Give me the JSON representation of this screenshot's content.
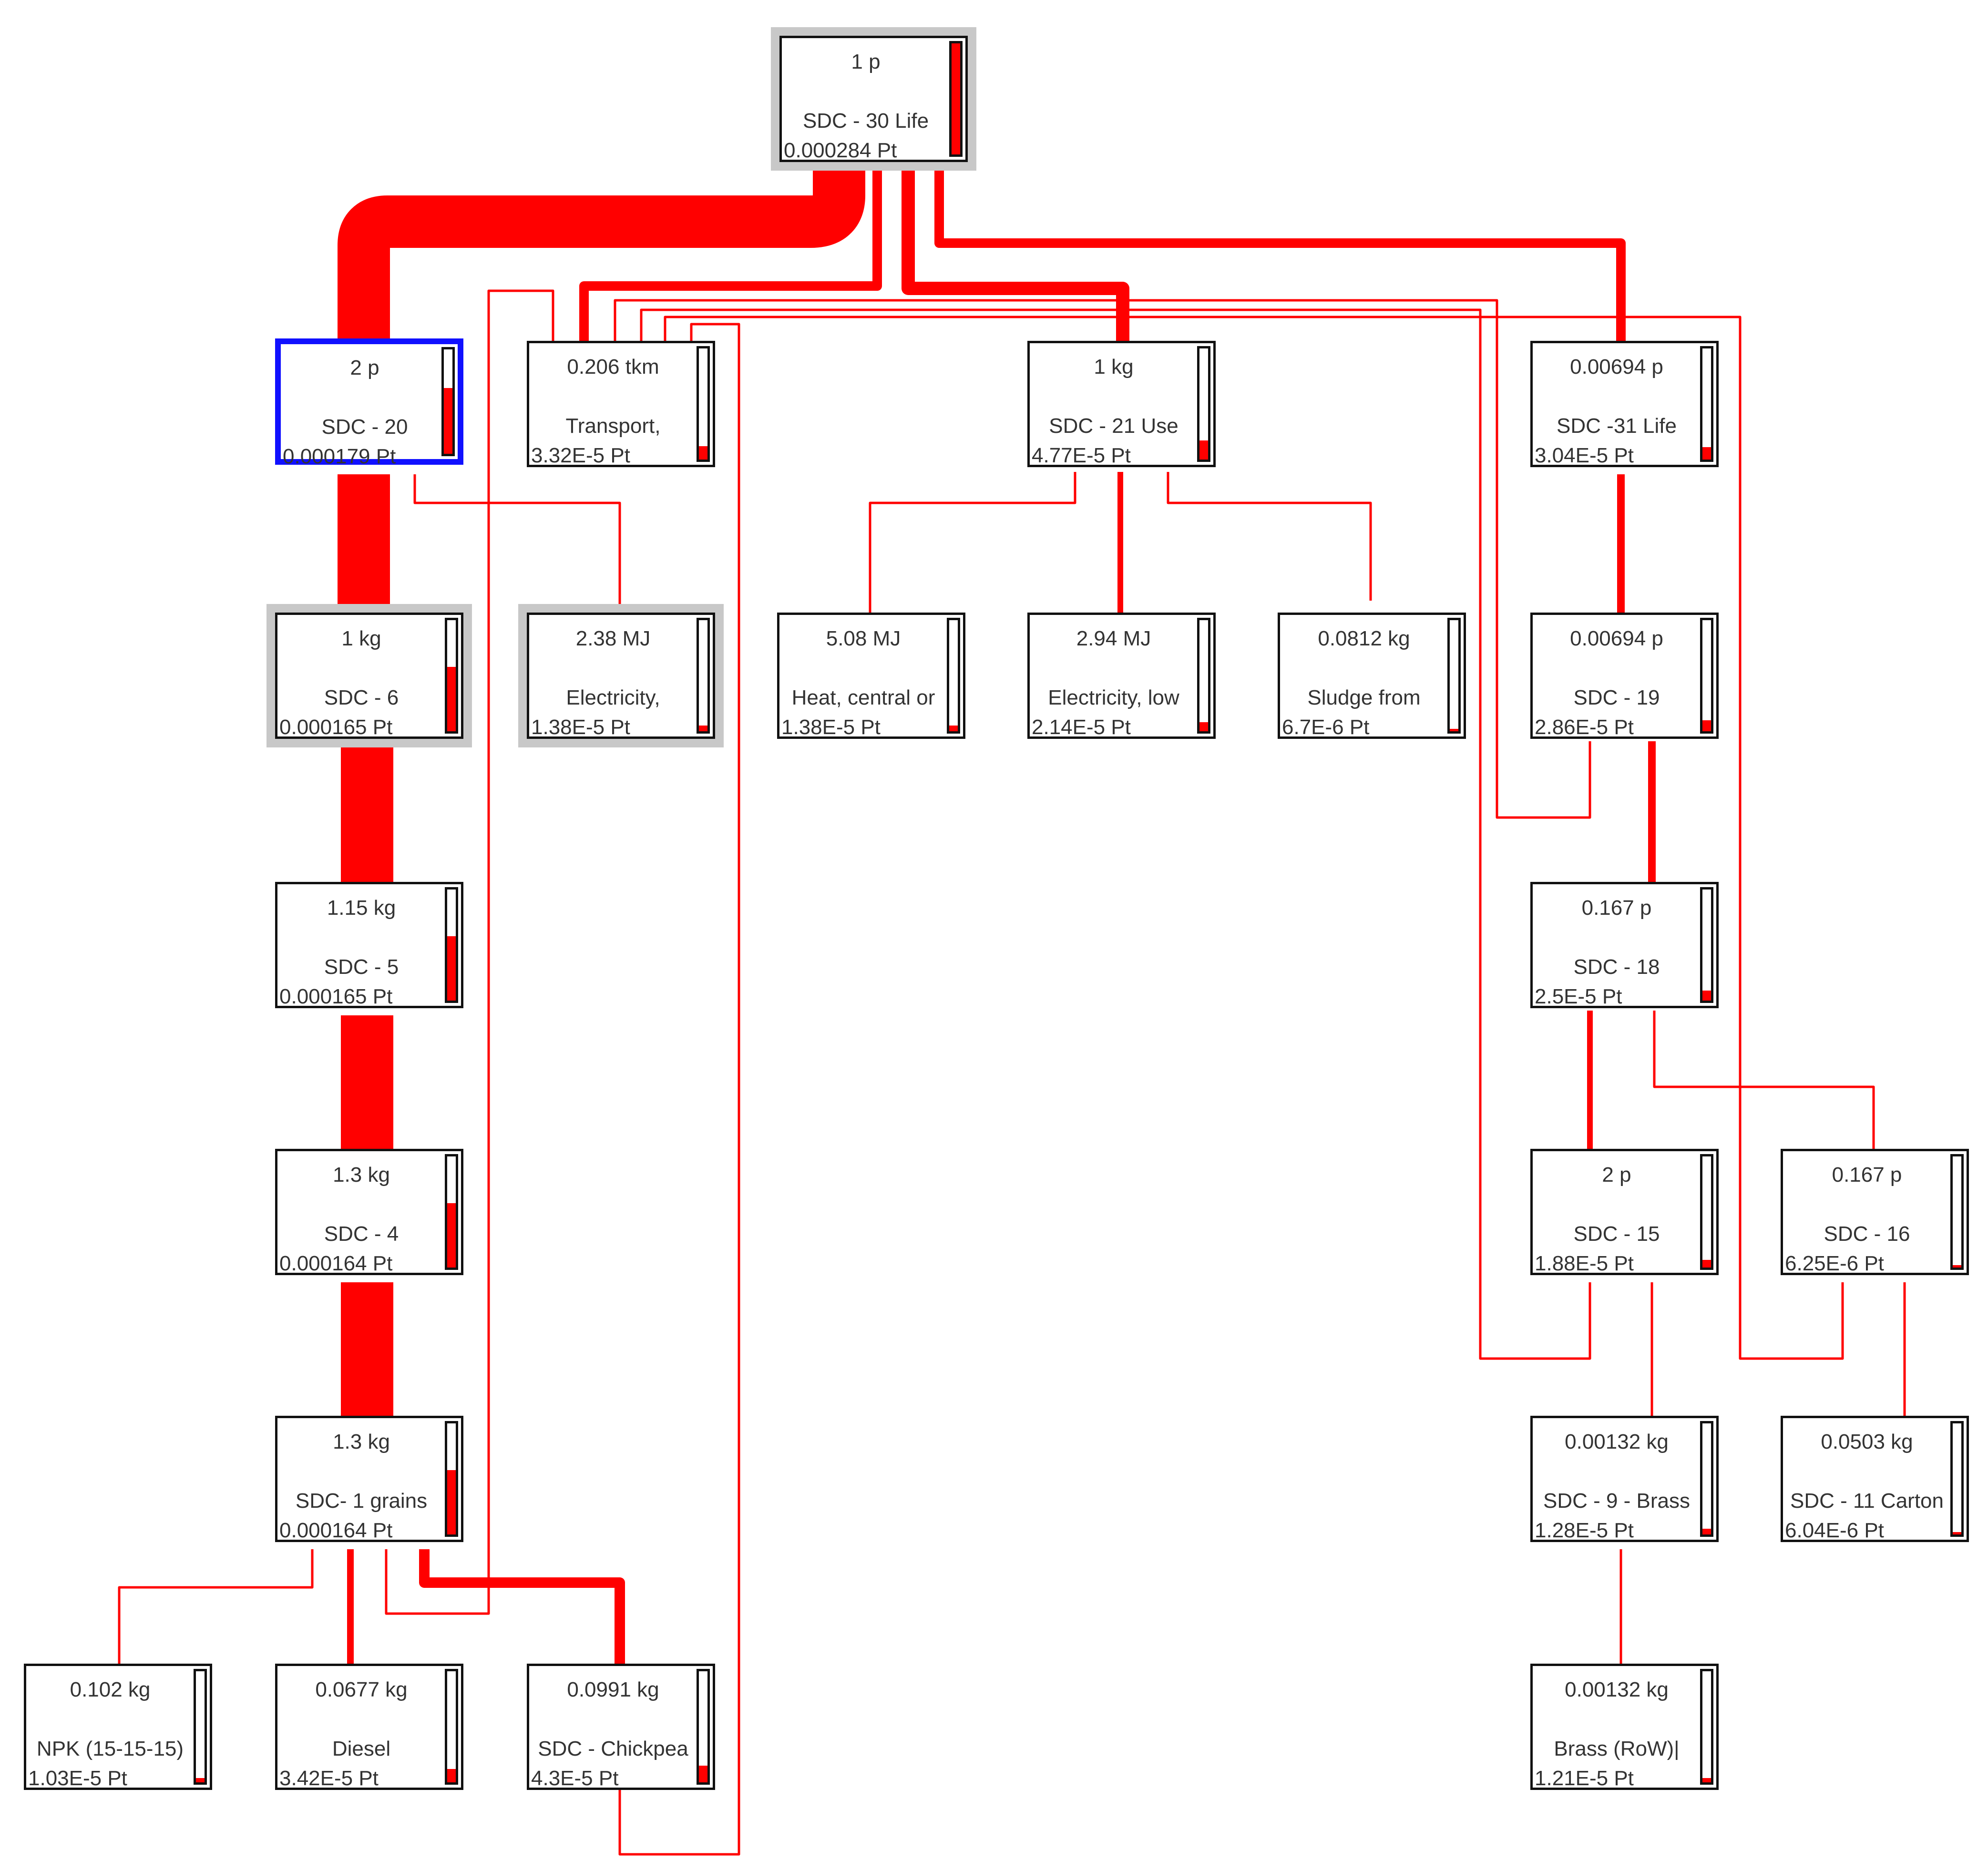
{
  "accent_color": "#ff0000",
  "selection_color": "#1010ff",
  "nodes": [
    {
      "id": "n30",
      "amount": "1 p",
      "name": "SDC - 30 Life",
      "score": "0.000284 Pt",
      "level": 1.0,
      "style": "halo"
    },
    {
      "id": "n20",
      "amount": "2 p",
      "name": "SDC - 20",
      "score": "0.000179 Pt",
      "level": 0.63,
      "style": "selected"
    },
    {
      "id": "ntr",
      "amount": "0.206 tkm",
      "name": "Transport,",
      "score": "3.32E-5 Pt",
      "level": 0.12,
      "style": "plain"
    },
    {
      "id": "n21",
      "amount": "1 kg",
      "name": "SDC - 21 Use",
      "score": "4.77E-5 Pt",
      "level": 0.17,
      "style": "plain"
    },
    {
      "id": "n31",
      "amount": "0.00694 p",
      "name": "SDC -31  Life",
      "score": "3.04E-5 Pt",
      "level": 0.11,
      "style": "plain"
    },
    {
      "id": "n6",
      "amount": "1 kg",
      "name": "SDC - 6",
      "score": "0.000165 Pt",
      "level": 0.58,
      "style": "halo"
    },
    {
      "id": "nel1",
      "amount": "2.38 MJ",
      "name": "Electricity,",
      "score": "1.38E-5 Pt",
      "level": 0.05,
      "style": "halo"
    },
    {
      "id": "nht",
      "amount": "5.08 MJ",
      "name": "Heat, central or",
      "score": "1.38E-5 Pt",
      "level": 0.05,
      "style": "plain"
    },
    {
      "id": "nel2",
      "amount": "2.94 MJ",
      "name": "Electricity, low",
      "score": "2.14E-5 Pt",
      "level": 0.08,
      "style": "plain"
    },
    {
      "id": "nsl",
      "amount": "0.0812 kg",
      "name": "Sludge from",
      "score": "6.7E-6 Pt",
      "level": 0.02,
      "style": "plain"
    },
    {
      "id": "n19",
      "amount": "0.00694 p",
      "name": "SDC - 19",
      "score": "2.86E-5 Pt",
      "level": 0.1,
      "style": "plain"
    },
    {
      "id": "n5",
      "amount": "1.15 kg",
      "name": "SDC - 5",
      "score": "0.000165 Pt",
      "level": 0.58,
      "style": "plain"
    },
    {
      "id": "n18",
      "amount": "0.167 p",
      "name": "SDC - 18",
      "score": "2.5E-5 Pt",
      "level": 0.09,
      "style": "plain"
    },
    {
      "id": "n4",
      "amount": "1.3 kg",
      "name": "SDC - 4",
      "score": "0.000164 Pt",
      "level": 0.58,
      "style": "plain"
    },
    {
      "id": "n15",
      "amount": "2 p",
      "name": "SDC - 15",
      "score": "1.88E-5 Pt",
      "level": 0.07,
      "style": "plain"
    },
    {
      "id": "n16",
      "amount": "0.167 p",
      "name": "SDC - 16",
      "score": "6.25E-6 Pt",
      "level": 0.02,
      "style": "plain"
    },
    {
      "id": "n1",
      "amount": "1.3 kg",
      "name": "SDC- 1 grains",
      "score": "0.000164 Pt",
      "level": 0.58,
      "style": "plain"
    },
    {
      "id": "n9",
      "amount": "0.00132 kg",
      "name": "SDC - 9 - Brass",
      "score": "1.28E-5 Pt",
      "level": 0.05,
      "style": "plain"
    },
    {
      "id": "n11",
      "amount": "0.0503 kg",
      "name": "SDC - 11 Carton",
      "score": "6.04E-6 Pt",
      "level": 0.02,
      "style": "plain"
    },
    {
      "id": "nnpk",
      "amount": "0.102 kg",
      "name": "NPK (15-15-15)",
      "score": "1.03E-5 Pt",
      "level": 0.04,
      "style": "plain"
    },
    {
      "id": "ndi",
      "amount": "0.0677 kg",
      "name": "Diesel",
      "score": "3.42E-5 Pt",
      "level": 0.12,
      "style": "plain"
    },
    {
      "id": "nch",
      "amount": "0.0991 kg",
      "name": "SDC - Chickpea",
      "score": "4.3E-5 Pt",
      "level": 0.15,
      "style": "plain"
    },
    {
      "id": "nbr",
      "amount": "0.00132 kg",
      "name": "Brass (RoW)|",
      "score": "1.21E-5 Pt",
      "level": 0.04,
      "style": "plain"
    }
  ]
}
